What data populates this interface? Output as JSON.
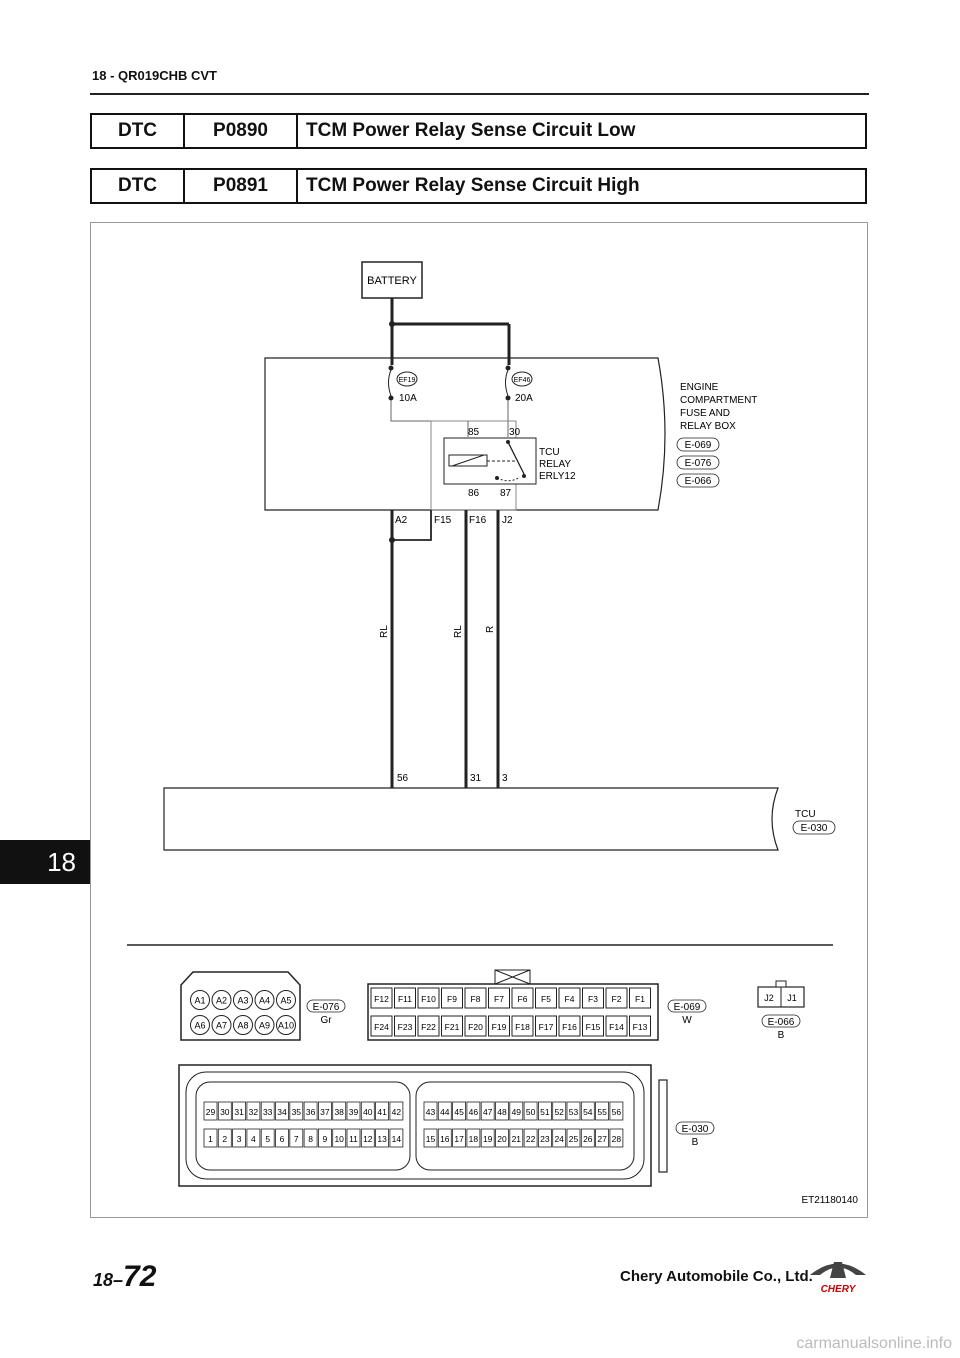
{
  "header": {
    "title": "18 - QR019CHB CVT"
  },
  "dtc_rows": [
    {
      "tag": "DTC",
      "code": "P0890",
      "description": "TCM Power Relay Sense Circuit Low"
    },
    {
      "tag": "DTC",
      "code": "P0891",
      "description": "TCM Power Relay Sense Circuit High"
    }
  ],
  "diagram": {
    "battery": "BATTERY",
    "fuses": [
      {
        "id": "EF19",
        "rating": "10A"
      },
      {
        "id": "EF46",
        "rating": "20A"
      }
    ],
    "relay_box": {
      "label_lines": [
        "ENGINE",
        "COMPARTMENT",
        "FUSE AND",
        "RELAY BOX"
      ],
      "connectors": [
        "E-069",
        "E-076",
        "E-066"
      ]
    },
    "relay": {
      "label_lines": [
        "TCU",
        "RELAY",
        "ERLY12"
      ],
      "pins": [
        "85",
        "30",
        "86",
        "87"
      ]
    },
    "box_pins": [
      "A2",
      "F15",
      "F16",
      "J2"
    ],
    "wire_colors": [
      "RL",
      "RL",
      "R"
    ],
    "tcu_pins": [
      "56",
      "31",
      "3"
    ],
    "tcu": {
      "label": "TCU",
      "connector": "E-030"
    },
    "connectors": {
      "e076": {
        "id": "E-076",
        "color": "Gr",
        "top": [
          "A1",
          "A2",
          "A3",
          "A4",
          "A5"
        ],
        "bottom": [
          "A6",
          "A7",
          "A8",
          "A9",
          "A10"
        ]
      },
      "e069": {
        "id": "E-069",
        "color": "W",
        "top": [
          "F12",
          "F11",
          "F10",
          "F9",
          "F8",
          "F7",
          "F6",
          "F5",
          "F4",
          "F3",
          "F2",
          "F1"
        ],
        "bottom": [
          "F24",
          "F23",
          "F22",
          "F21",
          "F20",
          "F19",
          "F18",
          "F17",
          "F16",
          "F15",
          "F14",
          "F13"
        ]
      },
      "e066": {
        "id": "E-066",
        "color": "B",
        "pins": [
          "J2",
          "J1"
        ]
      },
      "e030": {
        "id": "E-030",
        "color": "B",
        "left_top": [
          "29",
          "30",
          "31",
          "32",
          "33",
          "34",
          "35",
          "36",
          "37",
          "38",
          "39",
          "40",
          "41",
          "42"
        ],
        "left_bottom": [
          "1",
          "2",
          "3",
          "4",
          "5",
          "6",
          "7",
          "8",
          "9",
          "10",
          "11",
          "12",
          "13",
          "14"
        ],
        "right_top": [
          "43",
          "44",
          "45",
          "46",
          "47",
          "48",
          "49",
          "50",
          "51",
          "52",
          "53",
          "54",
          "55",
          "56"
        ],
        "right_bottom": [
          "15",
          "16",
          "17",
          "18",
          "19",
          "20",
          "21",
          "22",
          "23",
          "24",
          "25",
          "26",
          "27",
          "28"
        ]
      }
    },
    "figure_id": "ET21180140"
  },
  "side_tab": "18",
  "footer": {
    "page_prefix": "18–",
    "page_number": "72",
    "company": "Chery Automobile Co., Ltd.",
    "logo_text": "CHERY"
  },
  "watermark": "carmanualsonline.info"
}
